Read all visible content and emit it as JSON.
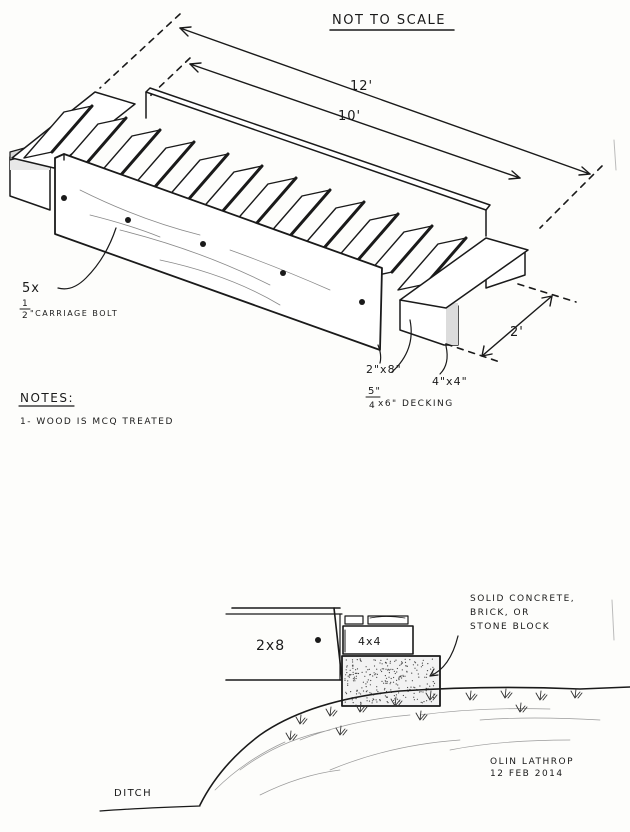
{
  "top_view": {
    "title": "NOT TO SCALE",
    "dim_12": "12'",
    "dim_10": "10'",
    "dim_2": "2'",
    "bolt_label_count": "5x",
    "bolt_label_frac_num": "1",
    "bolt_label_frac_den": "2",
    "bolt_label_text": "\"CARRIAGE BOLT",
    "label_2x8": "2\"x8\"",
    "label_4x4": "4\"x4\"",
    "decking_frac_num": "5\"",
    "decking_frac_den": "4",
    "decking_text": "x6\" DECKING"
  },
  "notes": {
    "heading": "NOTES:",
    "items": [
      "1- WOOD IS MCQ TREATED"
    ]
  },
  "section_view": {
    "label_2x8": "2x8",
    "label_4x4": "4x4",
    "support_note_lines": [
      "SOLID CONCRETE,",
      "BRICK, OR",
      "STONE BLOCK"
    ],
    "ditch_label": "DITCH",
    "signature_name": "OLIN LATHROP",
    "signature_date": "12 FEB 2014"
  }
}
